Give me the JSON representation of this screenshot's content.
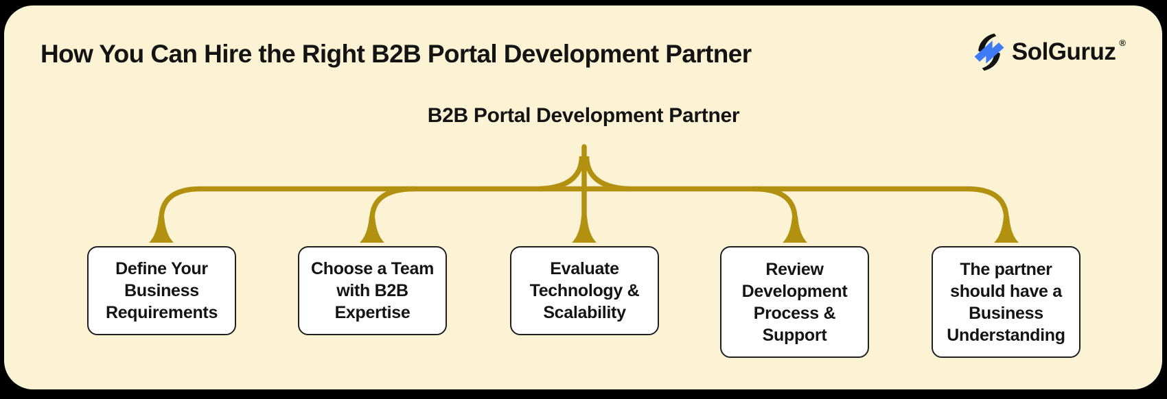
{
  "page": {
    "title": "How You Can Hire the Right B2B Portal Development Partner"
  },
  "logo": {
    "name": "SolGuruz",
    "registered_mark": "®"
  },
  "diagram": {
    "root_label": "B2B Portal Development Partner",
    "boxes": [
      {
        "label": "Define Your Business Requirements"
      },
      {
        "label": "Choose a Team with B2B Expertise"
      },
      {
        "label": "Evaluate Technology & Scalability"
      },
      {
        "label": "Review Development Process & Support"
      },
      {
        "label": "The partner should have a Business Understanding"
      }
    ]
  },
  "colors": {
    "canvas_background": "#000000",
    "card_background": "#FBF3D3",
    "connector_gold": "#B1910F",
    "text_primary": "#141414",
    "box_background": "#FFFFFF",
    "box_border": "#1F1F1F",
    "logo_blue": "#3D7BF7",
    "logo_black": "#121212"
  }
}
